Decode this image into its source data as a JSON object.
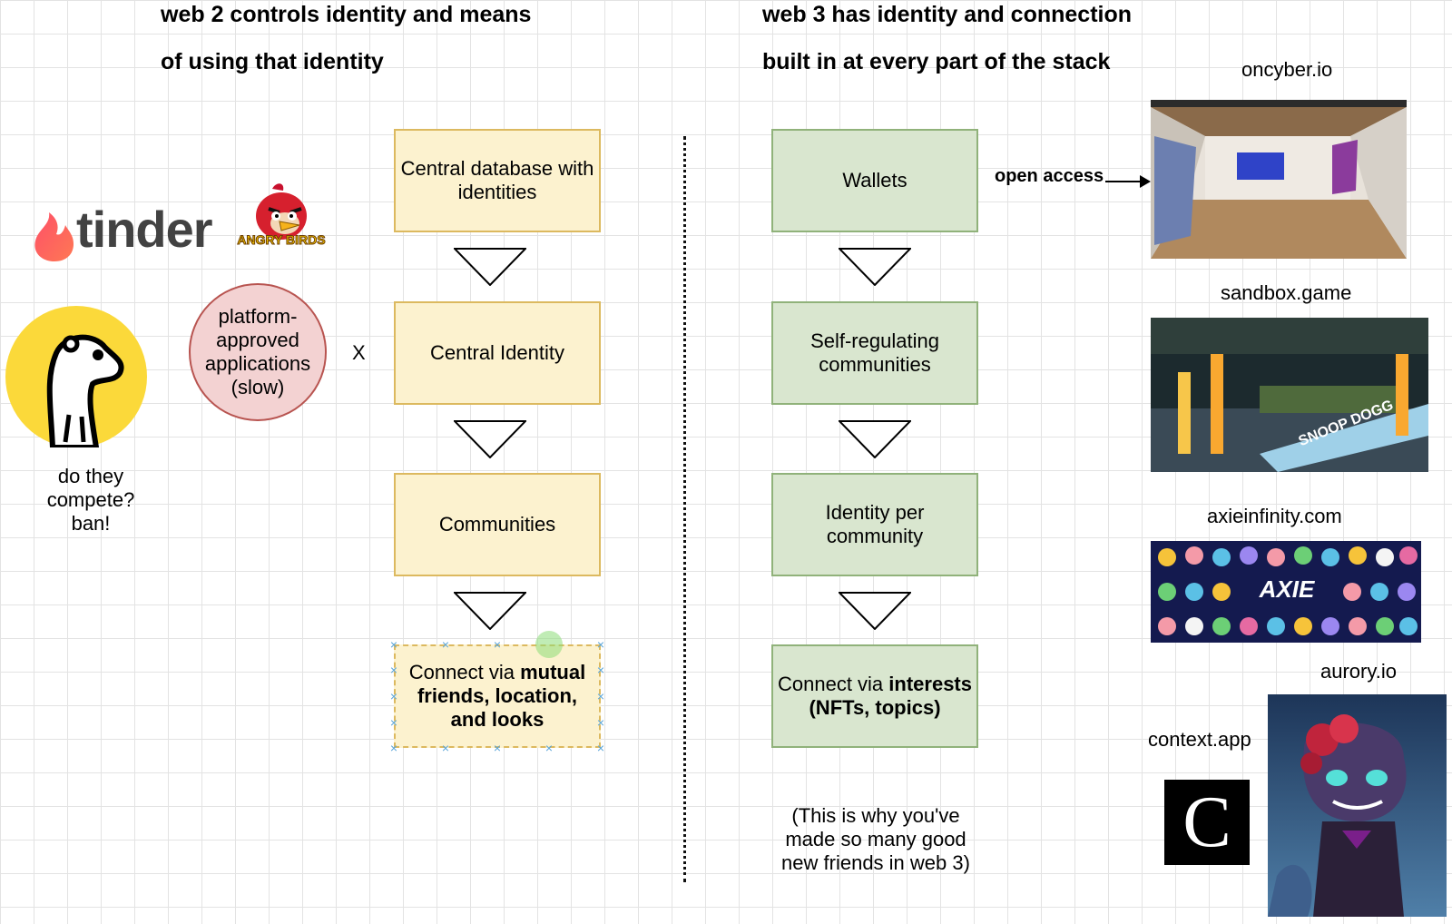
{
  "web2": {
    "title_line1": "web 2 controls identity and means",
    "title_line2": "of using that identity",
    "boxes": [
      "Central database with identities",
      "Central Identity",
      "Communities"
    ],
    "connect_pre": "Connect via ",
    "connect_bold": "mutual friends, location, and looks",
    "platform_circle": "platform-approved applications (slow)",
    "x_mark": "X",
    "compete_l1": "do they",
    "compete_l2": "compete?",
    "compete_l3": "ban!",
    "tinder_logo": "tinder",
    "angry_birds_logo": "ANGRY BIRDS"
  },
  "web3": {
    "title_line1": "web 3 has identity and connection",
    "title_line2": "built in at every part of the stack",
    "boxes": [
      "Wallets",
      "Self-regulating communities",
      "Identity per community"
    ],
    "connect_pre": "Connect via ",
    "connect_bold": "interests (NFTs, topics)",
    "open_access": "open access",
    "footnote": "(This is why you've made so many good new friends in web 3)"
  },
  "sites": {
    "oncyber": "oncyber.io",
    "sandbox": "sandbox.game",
    "axie": "axieinfinity.com",
    "aurory": "aurory.io",
    "context": "context.app",
    "axie_logo": "AXIE",
    "snoop_sign": "SNOOP DOGG",
    "context_logo": "C"
  },
  "colors": {
    "web2_fill": "#fcf2cf",
    "web2_border": "#dcb95f",
    "web3_fill": "#d9e6cf",
    "web3_border": "#90b27a",
    "circle_fill": "#f3d2d2",
    "circle_border": "#b85450"
  }
}
